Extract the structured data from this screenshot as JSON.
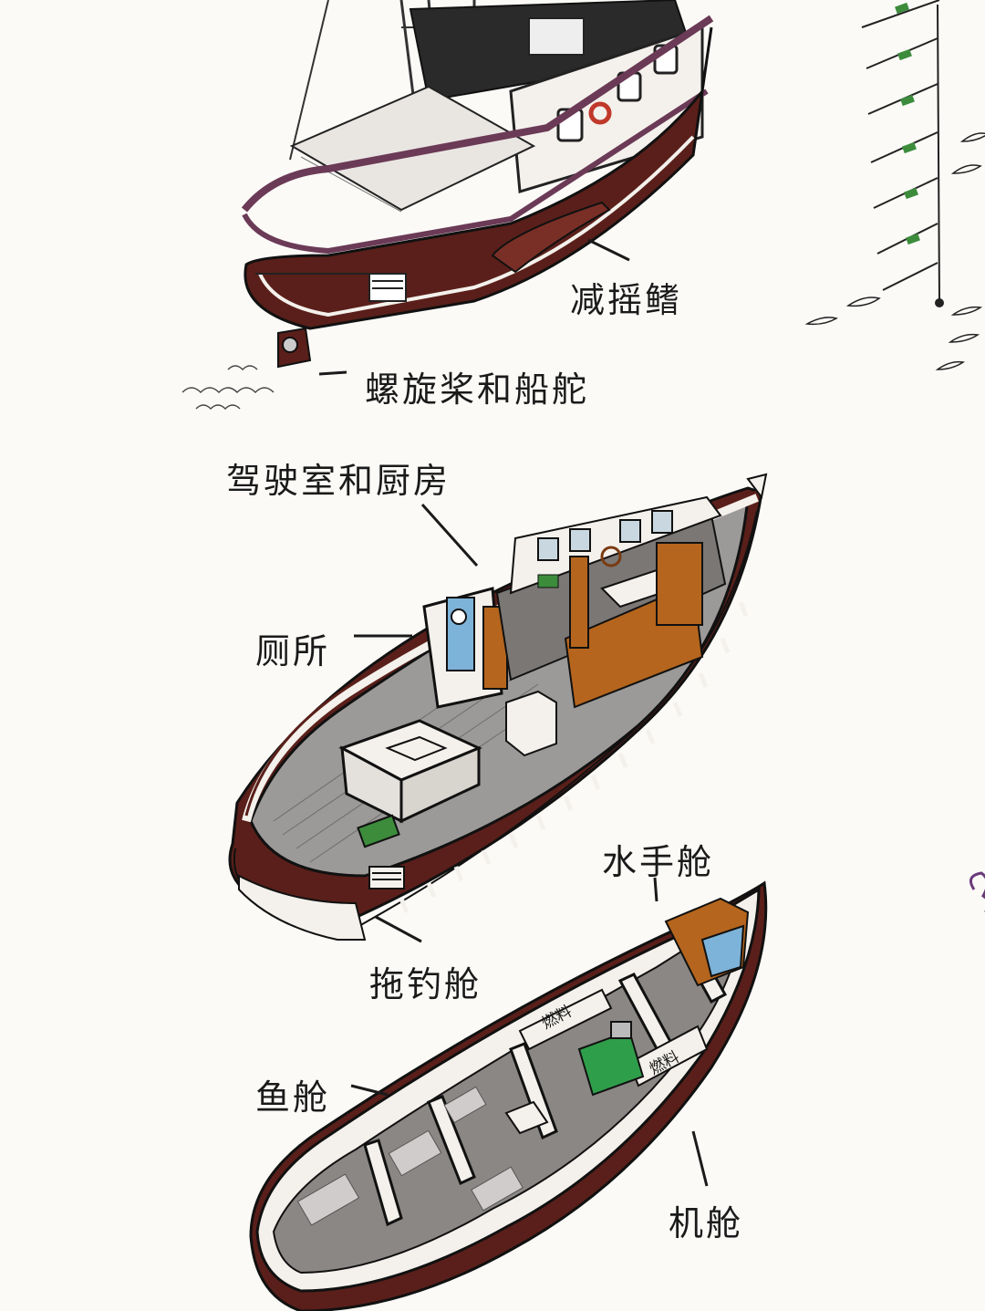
{
  "labels": {
    "stabilizer": "减摇鳍",
    "propeller_rudder": "螺旋桨和船舵",
    "wheelhouse_galley": "驾驶室和厨房",
    "toilet": "厕所",
    "trawl_hold": "拖钓舱",
    "crew_quarters": "水手舱",
    "fish_hold": "鱼舱",
    "engine_room": "机舱"
  },
  "fuel_tags": [
    "燃料",
    "燃料"
  ],
  "colors": {
    "hull": "#5a1f1a",
    "hull_light": "#7a2f26",
    "deck_trim": "#6b3a56",
    "cabin_wood": "#b5651d",
    "engine": "#2f9e4a",
    "water_blue": "#7db3d8",
    "fishing_line_green": "#3c8c3c",
    "ink": "#1a1a1a"
  }
}
